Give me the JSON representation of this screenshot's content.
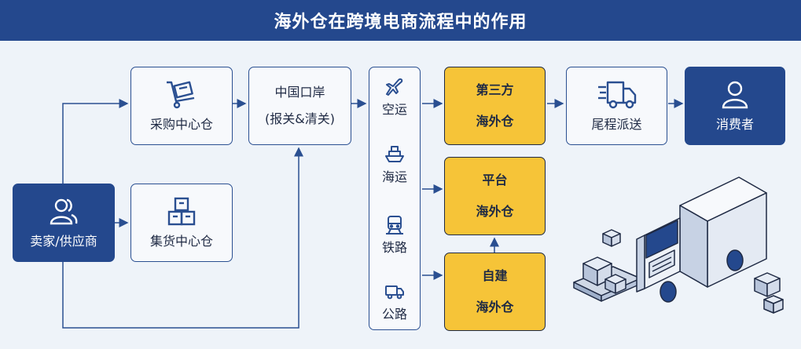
{
  "title": "海外仓在跨境电商流程中的作用",
  "nodes": {
    "seller": "卖家/供应商",
    "procurement_center": "采购中心仓",
    "consolidation_center": "集货中心仓",
    "china_port": {
      "line1": "中国口岸",
      "line2": "(报关&清关)"
    },
    "last_mile": "尾程派送",
    "consumer": "消费者"
  },
  "transport": [
    "空运",
    "海运",
    "铁路",
    "公路"
  ],
  "warehouses": {
    "third_party": {
      "line1": "第三方",
      "line2": "海外仓"
    },
    "platform": {
      "line1": "平台",
      "line2": "海外仓"
    },
    "self_built": {
      "line1": "自建",
      "line2": "海外仓"
    }
  },
  "colors": {
    "primary": "#24488d",
    "gold": "#f6c438",
    "background": "#eef3f9"
  }
}
